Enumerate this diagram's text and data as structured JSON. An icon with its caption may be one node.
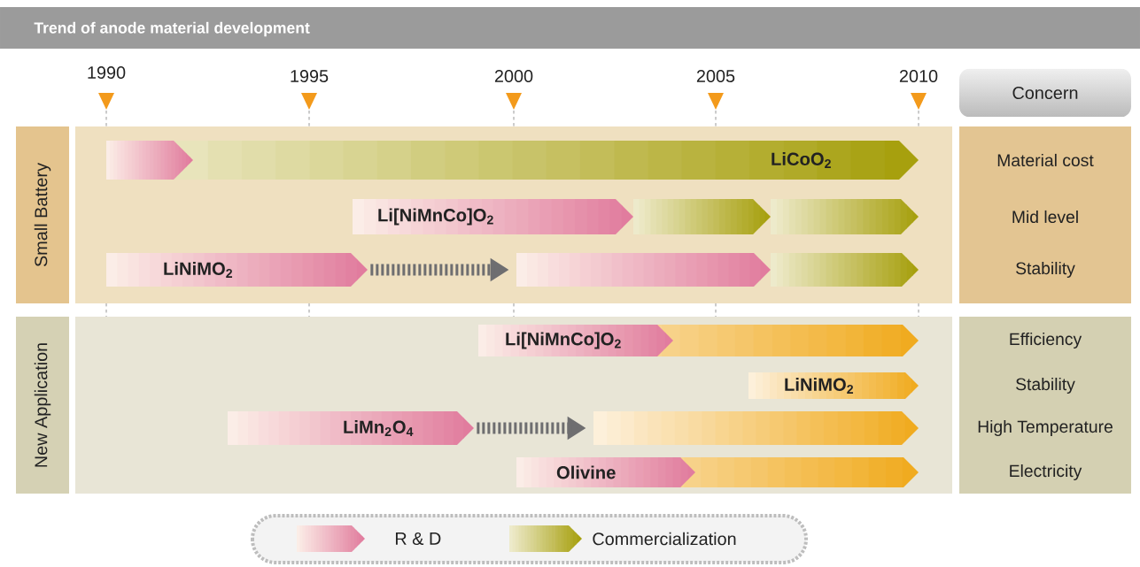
{
  "diagram": {
    "title": "Trend of anode material development",
    "nodes": [
      {
        "text": [
          "Small Battery"
        ]
      },
      {
        "text": [
          "Concern"
        ]
      },
      {
        "text": [
          "LiCoO$_{2}$"
        ],
        "in": 0
      },
      {
        "text": [
          "Li[NiMnCo]O$_{2}$"
        ],
        "in": 0
      },
      {
        "text": [
          "LiNiMO$_{2}$"
        ],
        "in": 0
      },
      {
        "text": [],
        "shape": "bar",
        "in": 0
      },
      {
        "text": [
          "New Application"
        ]
      },
      {
        "text": [
          "Li[NiMnCo]O$_{2}$"
        ],
        "in": 6
      },
      {
        "text": [
          "LiNiMO$_{2}$"
        ],
        "in": 6
      },
      {
        "text": [
          "LiMn$_{2}$O$_{4}$"
        ],
        "in": 6
      },
      {
        "text": [],
        "shape": "bar",
        "in": 6
      },
      {
        "text": [
          "Olivine"
        ],
        "in": 6
      }
    ],
    "edges": [
      {
        "from": 4,
        "to": 5,
        "arrow": "to"
      },
      {
        "from": 9,
        "to": 10,
        "arrow": "to"
      }
    ],
    "labels": [
      "1990",
      "1995",
      "2000",
      "2005",
      "2010",
      "Material cost",
      "Mid level",
      "Stability",
      "Efficiency",
      "Stability",
      "High Temperature",
      "Electricity"
    ],
    "legend": [
      {
        "text": "R & D"
      },
      {
        "text": "Commercialization"
      }
    ]
  }
}
